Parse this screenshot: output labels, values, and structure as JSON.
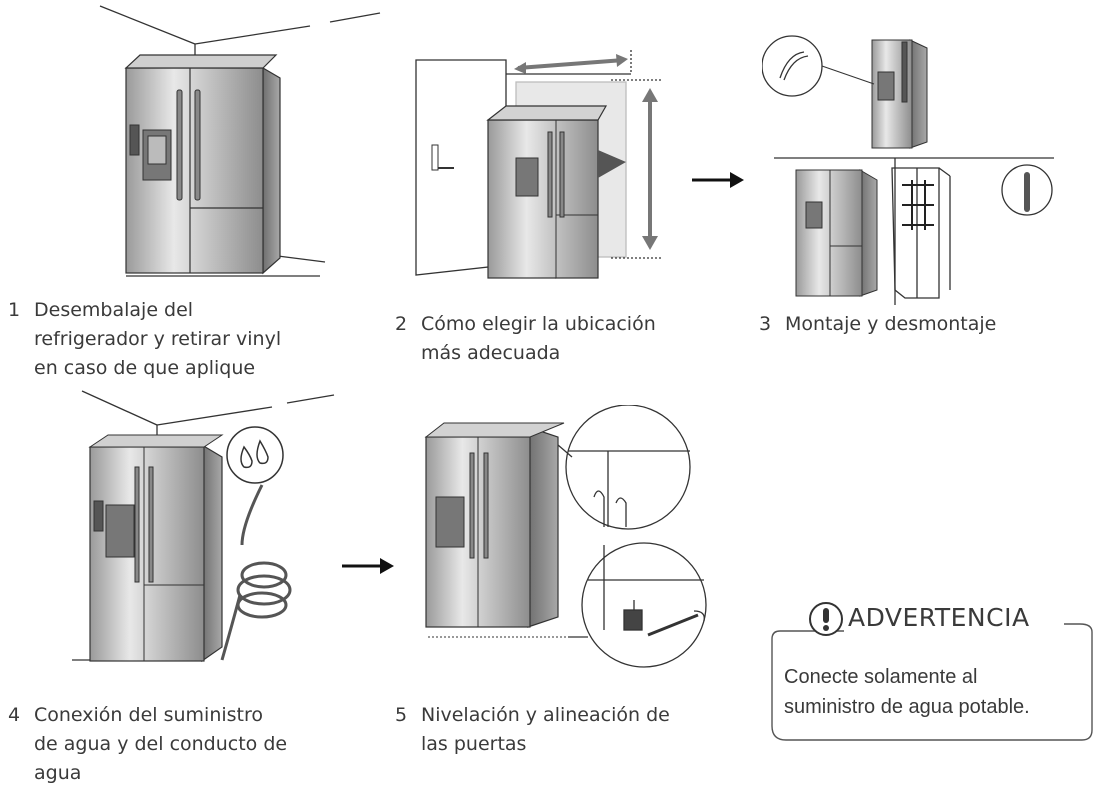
{
  "steps": [
    {
      "number": "1",
      "lines": [
        "Desembalaje del",
        "refrigerador y retirar vinyl",
        "en caso de que aplique"
      ]
    },
    {
      "number": "2",
      "lines": [
        "Cómo elegir la ubicación",
        "más adecuada"
      ]
    },
    {
      "number": "3",
      "lines": [
        "Montaje y desmontaje"
      ]
    },
    {
      "number": "4",
      "lines": [
        "Conexión del suministro",
        "de agua y del conducto de",
        "agua"
      ]
    },
    {
      "number": "5",
      "lines": [
        "Nivelación y alineación de",
        "las puertas"
      ]
    }
  ],
  "warning": {
    "title": "ADVERTENCIA",
    "lines": [
      "Conecte solamente al",
      "suministro de agua potable."
    ],
    "icon": "exclamation-circle-icon"
  },
  "icons": {
    "arrow": "right-arrow-icon",
    "water": "water-drops-icon"
  }
}
